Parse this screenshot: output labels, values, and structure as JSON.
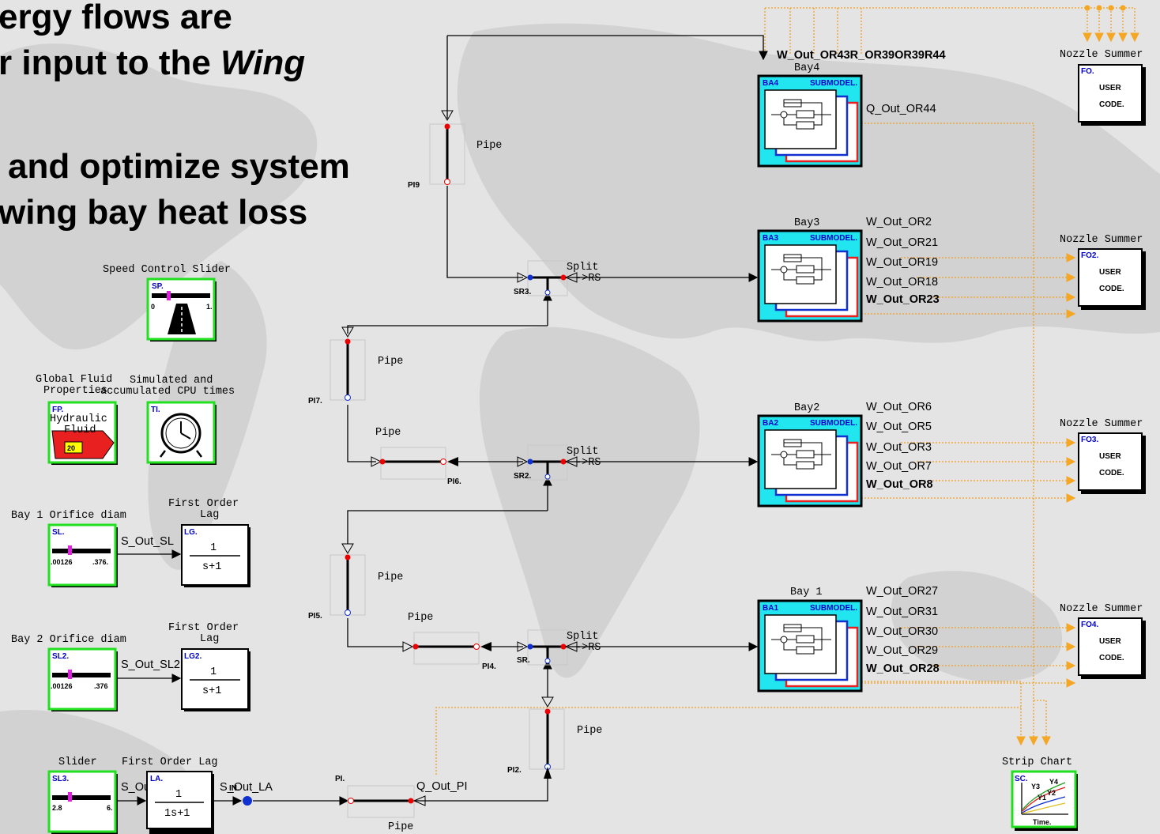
{
  "slide": {
    "line1": "ergy flows are",
    "line2_plain": "r input to the ",
    "line2_italic": "Wing",
    "line3": "and optimize system",
    "line4": "wing bay heat loss"
  },
  "colors": {
    "component_border": "#20e020",
    "bay_fill": "#22e6ef",
    "signal_dots": "#f0a020"
  },
  "speed_slider": {
    "label": "Speed Control Slider",
    "tag": "SP.",
    "min": "0",
    "max": "1."
  },
  "fluid": {
    "label1": "Global Fluid",
    "label2": "Properties",
    "tag": "FP.",
    "text1": "Hydraulic",
    "text2": "Fluid",
    "value": "20"
  },
  "timer": {
    "label1": "Simulated and",
    "label2": "accumulated CPU times",
    "tag": "TI."
  },
  "slider1": {
    "label": "Bay 1 Orifice diam",
    "tag": "SL.",
    "min": ".00126",
    "max": ".376.",
    "signal": "S_Out_SL"
  },
  "lag1": {
    "label1": "First Order",
    "label2": "Lag",
    "tag": "LG.",
    "num": "1",
    "den": "s+1"
  },
  "slider2": {
    "label": "Bay 2 Orifice diam",
    "tag": "SL2.",
    "min": ".00126",
    "max": ".376",
    "signal": "S_Out_SL2"
  },
  "lag2": {
    "label1": "First Order",
    "label2": "Lag",
    "tag": "LG2.",
    "num": "1",
    "den": "s+1"
  },
  "slider3": {
    "label": "Slider",
    "tag": "SL3.",
    "min": "2.8",
    "max": "6.",
    "signal": "S_Out_SL3"
  },
  "lag3": {
    "label": "First Order Lag",
    "tag": "LA.",
    "num": "1",
    "den": "1s+1",
    "signal": "S_Out_LA",
    "in_tag": "IN."
  },
  "pipes": {
    "p9": {
      "label": "Pipe",
      "tag": "PI9"
    },
    "p7": {
      "label": "Pipe",
      "tag": "PI7."
    },
    "p6": {
      "label": "Pipe",
      "tag": "PI6."
    },
    "p5": {
      "label": "Pipe",
      "tag": "PI5."
    },
    "p4": {
      "label": "Pipe",
      "tag": "PI4."
    },
    "p2": {
      "label": "Pipe",
      "tag": "PI2."
    },
    "p1": {
      "label": "Pipe",
      "tag": "PI.",
      "signal": "Q_Out_PI"
    }
  },
  "splits": {
    "s1": {
      "label1": "Split",
      "label2": "->RS",
      "tag": "SR3."
    },
    "s2": {
      "label1": "Split",
      "label2": "->RS",
      "tag": "SR2."
    },
    "s3": {
      "label1": "Split",
      "label2": "->RS",
      "tag": "SR."
    }
  },
  "bays": {
    "bay4": {
      "label": "Bay4",
      "tag": "BA4",
      "sub": "SUBMODEL.",
      "top_signal": "W_Out_OR43R_OR39OR39R44",
      "signals": [
        "Q_Out_OR44"
      ]
    },
    "bay3": {
      "label": "Bay3",
      "tag": "BA3",
      "sub": "SUBMODEL.",
      "signals": [
        "W_Out_OR2",
        "W_Out_OR21",
        "W_Out_OR19",
        "W_Out_OR18",
        "W_Out_OR23"
      ]
    },
    "bay2": {
      "label": "Bay2",
      "tag": "BA2",
      "sub": "SUBMODEL.",
      "signals": [
        "W_Out_OR6",
        "W_Out_OR5",
        "W_Out_OR3",
        "W_Out_OR7",
        "W_Out_OR8"
      ]
    },
    "bay1": {
      "label": "Bay 1",
      "tag": "BA1",
      "sub": "SUBMODEL.",
      "signals": [
        "W_Out_OR27",
        "W_Out_OR31",
        "W_Out_OR30",
        "W_Out_OR29",
        "W_Out_OR28"
      ]
    }
  },
  "nozzles": {
    "n1": {
      "label": "Nozzle Summer",
      "tag": "FO.",
      "text1": "USER",
      "text2": "CODE."
    },
    "n2": {
      "label": "Nozzle Summer",
      "tag": "FO2.",
      "text1": "USER",
      "text2": "CODE."
    },
    "n3": {
      "label": "Nozzle Summer",
      "tag": "FO3.",
      "text1": "USER",
      "text2": "CODE."
    },
    "n4": {
      "label": "Nozzle Summer",
      "tag": "FO4.",
      "text1": "USER",
      "text2": "CODE."
    }
  },
  "chart": {
    "label": "Strip Chart",
    "tag": "SC.",
    "y1": "Y1",
    "y2": "Y2",
    "y3": "Y3",
    "y4": "Y4",
    "axis": "Time."
  }
}
